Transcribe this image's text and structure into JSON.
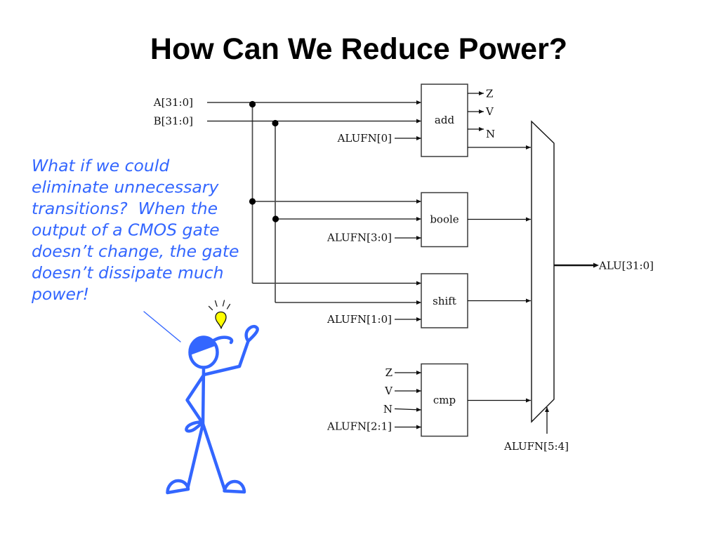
{
  "slide": {
    "title": "How Can We Reduce Power?",
    "callout": {
      "lines": [
        "What if we could",
        "eliminate unnecessary",
        "transitions?  When the",
        "output of a CMOS gate",
        "doesn’t change, the gate",
        "doesn’t dissipate much",
        "power!"
      ]
    }
  },
  "colors": {
    "title": "#000000",
    "callout_text": "#3366FF",
    "figure": "#3366FF",
    "bulb": "#FFFF00",
    "diagram_ink": "#111111"
  },
  "illustration": {
    "figure_icon": "stick-figure-with-cap",
    "idea_icon": "light-bulb"
  },
  "diagram": {
    "inputs": {
      "a": "A[31:0]",
      "b": "B[31:0]"
    },
    "blocks": {
      "add": {
        "label": "add",
        "control": "ALUFN[0]",
        "outputs": [
          "Z",
          "V",
          "N"
        ]
      },
      "boole": {
        "label": "boole",
        "control": "ALUFN[3:0]"
      },
      "shift": {
        "label": "shift",
        "control": "ALUFN[1:0]"
      },
      "cmp": {
        "label": "cmp",
        "inputs": [
          "Z",
          "V",
          "N"
        ],
        "control": "ALUFN[2:1]"
      }
    },
    "mux": {
      "select": "ALUFN[5:4]",
      "output": "ALU[31:0]"
    }
  }
}
